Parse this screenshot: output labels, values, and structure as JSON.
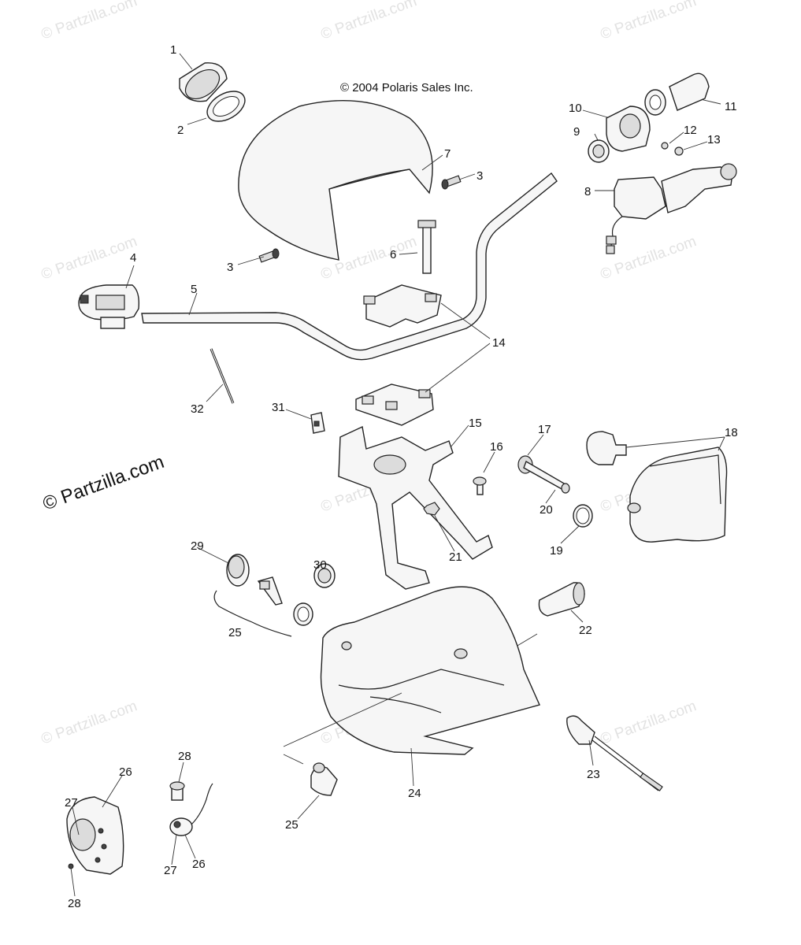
{
  "copyright": "© 2004 Polaris Sales Inc.",
  "watermark": {
    "text": "© Partzilla.com",
    "main_text": "© Partzilla.com"
  },
  "callouts": {
    "c1": "1",
    "c2": "2",
    "c3a": "3",
    "c3b": "3",
    "c4": "4",
    "c5": "5",
    "c6": "6",
    "c7": "7",
    "c8": "8",
    "c9": "9",
    "c10": "10",
    "c11": "11",
    "c12": "12",
    "c13": "13",
    "c14": "14",
    "c15": "15",
    "c16": "16",
    "c17": "17",
    "c18": "18",
    "c19": "19",
    "c20": "20",
    "c21": "21",
    "c22": "22",
    "c23": "23",
    "c24": "24",
    "c25a": "25",
    "c25b": "25",
    "c26a": "26",
    "c26b": "26",
    "c27a": "27",
    "c27b": "27",
    "c28a": "28",
    "c28b": "28",
    "c29": "29",
    "c30": "30",
    "c31": "31",
    "c32": "32"
  }
}
